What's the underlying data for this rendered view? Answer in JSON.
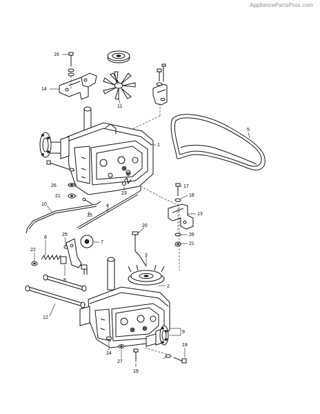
{
  "watermark": "AppliancePartsPros.com",
  "callouts": {
    "c1": "1",
    "c2": "2",
    "c3": "3",
    "c4": "4",
    "c5": "5",
    "c6": "6",
    "c7": "7",
    "c8": "8",
    "c9": "9",
    "c10": "10",
    "c11": "11",
    "c12": "12",
    "c13": "13",
    "c14": "14",
    "c15": "15",
    "c16": "16",
    "c17": "17",
    "c18": "18",
    "c19a": "19",
    "c19b": "19",
    "c20": "20",
    "c21a": "21",
    "c21b": "21",
    "c22": "22",
    "c23": "23",
    "c24": "24",
    "c25": "25",
    "c26a": "26",
    "c26b": "26",
    "c27": "27"
  }
}
